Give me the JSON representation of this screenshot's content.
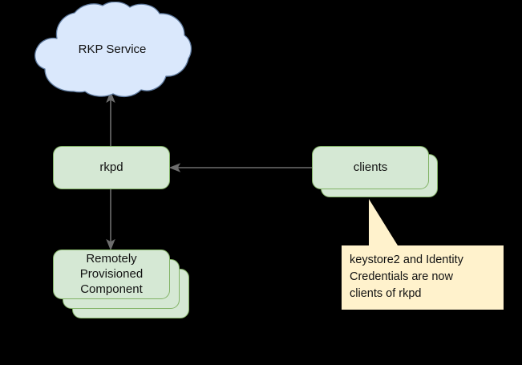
{
  "diagram": {
    "background_color": "#000000",
    "nodes": {
      "rkp_service": {
        "label": "RKP Service",
        "shape": "cloud",
        "fill": "#dae8fc",
        "stroke": "#6c8ebf"
      },
      "rkpd": {
        "label": "rkpd",
        "shape": "rounded-rect",
        "fill": "#d5e8d4",
        "stroke": "#82b366"
      },
      "clients": {
        "label": "clients",
        "shape": "rounded-rect-stack",
        "stack_count": 2,
        "fill": "#d5e8d4",
        "stroke": "#82b366"
      },
      "remotely_provisioned_component": {
        "label": "Remotely\nProvisioned\nComponent",
        "shape": "rounded-rect-stack",
        "stack_count": 3,
        "fill": "#d5e8d4",
        "stroke": "#82b366"
      }
    },
    "callout": {
      "text": "keystore2 and Identity\nCredentials are now\nclients of rkpd",
      "fill": "#fff2cc",
      "stroke": "#fff2cc",
      "points_to": "clients"
    },
    "edges": [
      {
        "name": "rkpd-to-rkp-service",
        "from": "rkpd",
        "to": "rkp_service",
        "direction": "up",
        "arrow": "open"
      },
      {
        "name": "rkpd-to-rpc",
        "from": "rkpd",
        "to": "remotely_provisioned_component",
        "direction": "down",
        "arrow": "open"
      },
      {
        "name": "clients-to-rkpd",
        "from": "clients",
        "to": "rkpd",
        "direction": "left",
        "arrow": "open"
      }
    ],
    "edge_color": "#6d6d6d"
  }
}
